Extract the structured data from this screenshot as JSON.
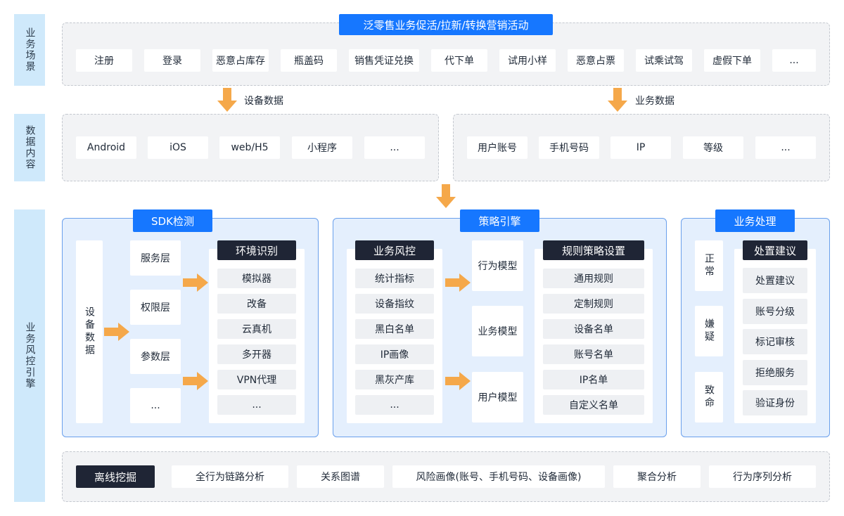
{
  "rows": {
    "scene_label": "业务场景",
    "data_label": "数据内容",
    "engine_label": "业务风控引擎"
  },
  "scenarios": {
    "title": "泛零售业务促活/拉新/转换营销活动",
    "items": [
      "注册",
      "登录",
      "恶意占库存",
      "瓶盖码",
      "销售凭证兑换",
      "代下单",
      "试用小样",
      "恶意占票",
      "试乘试驾",
      "虚假下单",
      "..."
    ]
  },
  "flow_labels": {
    "device_data": "设备数据",
    "business_data": "业务数据"
  },
  "device_sources": [
    "Android",
    "iOS",
    "web/H5",
    "小程序",
    "..."
  ],
  "business_sources": [
    "用户账号",
    "手机号码",
    "IP",
    "等级",
    "..."
  ],
  "sdk": {
    "title": "SDK检测",
    "device_data": "设备数据",
    "layers": [
      "服务层",
      "权限层",
      "参数层",
      "..."
    ],
    "env_title": "环境识别",
    "env_items": [
      "模拟器",
      "改备",
      "云真机",
      "多开器",
      "VPN代理",
      "..."
    ]
  },
  "strategy": {
    "title": "策略引擎",
    "risk_title": "业务风控",
    "risk_items": [
      "统计指标",
      "设备指纹",
      "黑白名单",
      "IP画像",
      "黑灰产库",
      "..."
    ],
    "models": [
      "行为模型",
      "业务模型",
      "用户模型"
    ],
    "rules_title": "规则策略设置",
    "rules_items": [
      "通用规则",
      "定制规则",
      "设备名单",
      "账号名单",
      "IP名单",
      "自定义名单"
    ]
  },
  "handling": {
    "title": "业务处理",
    "levels": [
      "正常",
      "嫌疑",
      "致命"
    ],
    "advice_title": "处置建议",
    "advice_items": [
      "处置建议",
      "账号分级",
      "标记审核",
      "拒绝服务",
      "验证身份"
    ]
  },
  "offline": {
    "title": "离线挖掘",
    "items": [
      "全行为链路分析",
      "关系图谱",
      "风险画像(账号、手机号码、设备画像)",
      "聚合分析",
      "行为序列分析"
    ]
  },
  "colors": {
    "accent_blue": "#1677ff",
    "dark": "#1f2535",
    "arrow_orange": "#f5a84a",
    "side_label_bg": "#cfe9fb",
    "blue_panel_bg": "#e4effd"
  }
}
